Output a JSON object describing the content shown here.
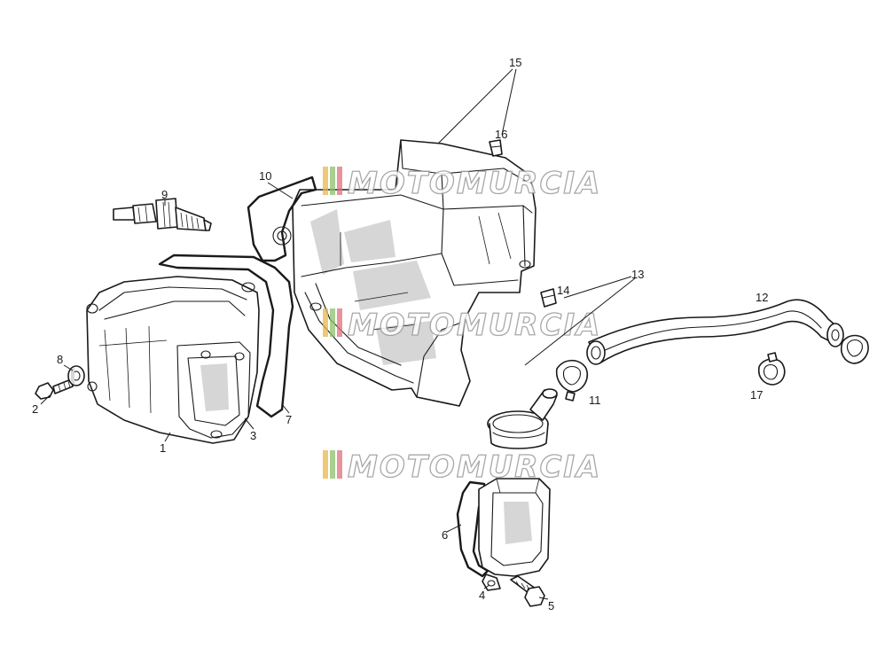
{
  "watermark": {
    "text": "MOTOMURCIA",
    "stripe_colors": [
      "#e8b84a",
      "#8cc06c",
      "#e0707a"
    ]
  },
  "callouts": [
    {
      "id": "1",
      "text": "1"
    },
    {
      "id": "2",
      "text": "2"
    },
    {
      "id": "3",
      "text": "3"
    },
    {
      "id": "4",
      "text": "4"
    },
    {
      "id": "5",
      "text": "5"
    },
    {
      "id": "6",
      "text": "6"
    },
    {
      "id": "7",
      "text": "7"
    },
    {
      "id": "8",
      "text": "8"
    },
    {
      "id": "9",
      "text": "9"
    },
    {
      "id": "10",
      "text": "10"
    },
    {
      "id": "11",
      "text": "11"
    },
    {
      "id": "12",
      "text": "12"
    },
    {
      "id": "13",
      "text": "13"
    },
    {
      "id": "14",
      "text": "14"
    },
    {
      "id": "15",
      "text": "15"
    },
    {
      "id": "16",
      "text": "16"
    },
    {
      "id": "17",
      "text": "17"
    }
  ]
}
